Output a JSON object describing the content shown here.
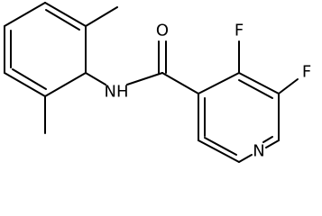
{
  "molecule": {
    "atoms": {
      "oxygen": "O",
      "fluorine_3": "F",
      "fluorine_2": "F",
      "amide_nh": "NH",
      "ring_nitrogen": "N"
    }
  }
}
